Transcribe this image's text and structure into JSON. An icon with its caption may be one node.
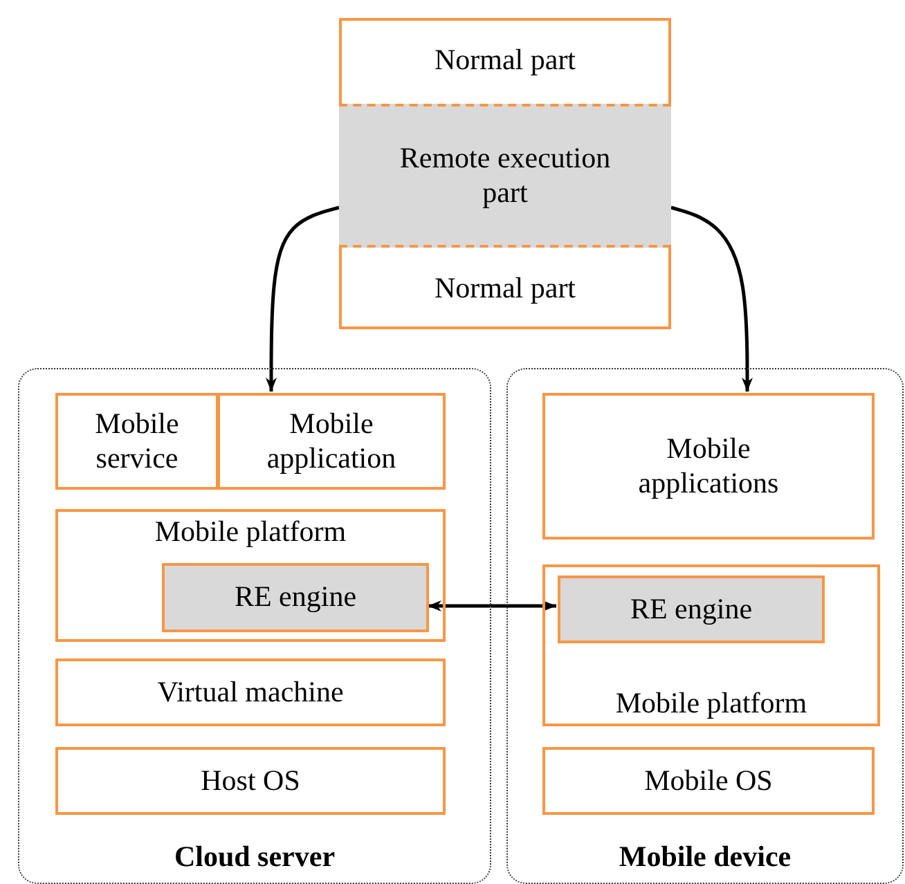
{
  "diagram": {
    "nodes": [
      {
        "text": [],
        "shape": "box"
      },
      {
        "text": [
          "Normal part"
        ],
        "in": 0
      },
      {
        "text": [
          "Remote execution part"
        ],
        "in": 0
      },
      {
        "text": [
          "Normal part"
        ],
        "in": 0
      },
      {
        "text": [
          "Cloud server"
        ]
      },
      {
        "text": [
          "Mobile service"
        ],
        "in": 4
      },
      {
        "text": [
          "Mobile application"
        ],
        "in": 4
      },
      {
        "text": [
          "Mobile platform"
        ],
        "in": 4
      },
      {
        "text": [
          "RE engine"
        ],
        "in": 7
      },
      {
        "text": [
          "Virtual machine"
        ],
        "in": 4
      },
      {
        "text": [
          "Host OS"
        ],
        "in": 4
      },
      {
        "text": [
          "Mobile device"
        ]
      },
      {
        "text": [
          "Mobile applications"
        ],
        "in": 11
      },
      {
        "text": [
          "Mobile platform"
        ],
        "in": 11
      },
      {
        "text": [
          "RE engine"
        ],
        "in": 13
      },
      {
        "text": [
          "Mobile OS"
        ],
        "in": 11
      }
    ],
    "edges": [
      {
        "from": 2,
        "to": 6,
        "arrow": "to"
      },
      {
        "from": 2,
        "to": 12,
        "arrow": "to"
      },
      {
        "from": 8,
        "to": 14,
        "arrow": "both"
      }
    ]
  }
}
